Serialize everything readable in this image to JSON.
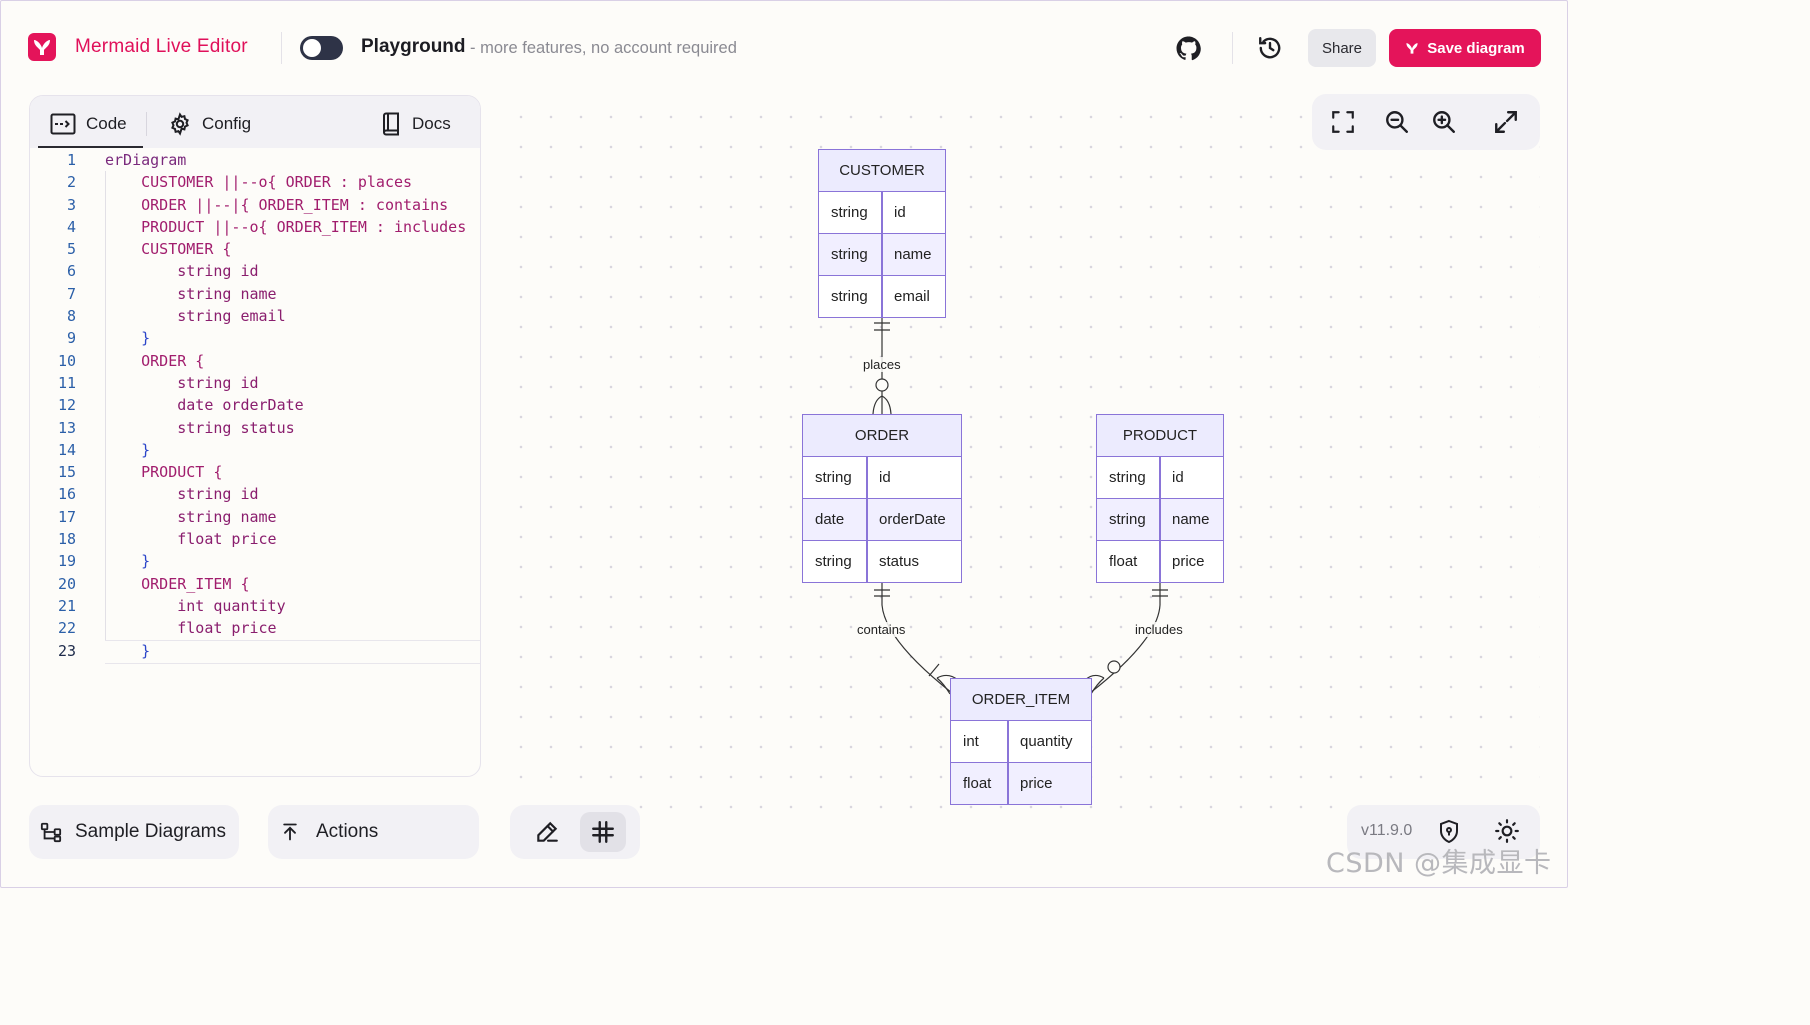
{
  "header": {
    "app_title": "Mermaid Live Editor",
    "mode_title": "Playground",
    "mode_subtitle": "- more features, no account required",
    "share_label": "Share",
    "save_label": "Save diagram"
  },
  "editor": {
    "tabs": [
      {
        "label": "Code",
        "icon": "code-icon",
        "active": true
      },
      {
        "label": "Config",
        "icon": "gear-icon",
        "active": false
      },
      {
        "label": "Docs",
        "icon": "book-icon",
        "active": false
      }
    ],
    "lines": [
      {
        "n": "1",
        "text": "erDiagram"
      },
      {
        "n": "2",
        "text": "    CUSTOMER ||--o{ ORDER : places"
      },
      {
        "n": "3",
        "text": "    ORDER ||--|{ ORDER_ITEM : contains"
      },
      {
        "n": "4",
        "text": "    PRODUCT ||--o{ ORDER_ITEM : includes"
      },
      {
        "n": "5",
        "text": "    CUSTOMER {"
      },
      {
        "n": "6",
        "text": "        string id"
      },
      {
        "n": "7",
        "text": "        string name"
      },
      {
        "n": "8",
        "text": "        string email"
      },
      {
        "n": "9",
        "text": "    }"
      },
      {
        "n": "10",
        "text": "    ORDER {"
      },
      {
        "n": "11",
        "text": "        string id"
      },
      {
        "n": "12",
        "text": "        date orderDate"
      },
      {
        "n": "13",
        "text": "        string status"
      },
      {
        "n": "14",
        "text": "    }"
      },
      {
        "n": "15",
        "text": "    PRODUCT {"
      },
      {
        "n": "16",
        "text": "        string id"
      },
      {
        "n": "17",
        "text": "        string name"
      },
      {
        "n": "18",
        "text": "        float price"
      },
      {
        "n": "19",
        "text": "    }"
      },
      {
        "n": "20",
        "text": "    ORDER_ITEM {"
      },
      {
        "n": "21",
        "text": "        int quantity"
      },
      {
        "n": "22",
        "text": "        float price"
      },
      {
        "n": "23",
        "text": "    }"
      }
    ]
  },
  "diagram": {
    "entities": {
      "customer": {
        "name": "CUSTOMER",
        "attrs": [
          [
            "string",
            "id"
          ],
          [
            "string",
            "name"
          ],
          [
            "string",
            "email"
          ]
        ]
      },
      "order": {
        "name": "ORDER",
        "attrs": [
          [
            "string",
            "id"
          ],
          [
            "date",
            "orderDate"
          ],
          [
            "string",
            "status"
          ]
        ]
      },
      "product": {
        "name": "PRODUCT",
        "attrs": [
          [
            "string",
            "id"
          ],
          [
            "string",
            "name"
          ],
          [
            "float",
            "price"
          ]
        ]
      },
      "order_item": {
        "name": "ORDER_ITEM",
        "attrs": [
          [
            "int",
            "quantity"
          ],
          [
            "float",
            "price"
          ]
        ]
      }
    },
    "relations": {
      "places": "places",
      "contains": "contains",
      "includes": "includes"
    }
  },
  "bottom": {
    "sample_label": "Sample Diagrams",
    "actions_label": "Actions",
    "version": "v11.9.0"
  },
  "watermark": "CSDN @集成显卡",
  "colors": {
    "brand": "#e4145a",
    "entity_border": "#8a74d8",
    "entity_fill": "#f1efff"
  }
}
